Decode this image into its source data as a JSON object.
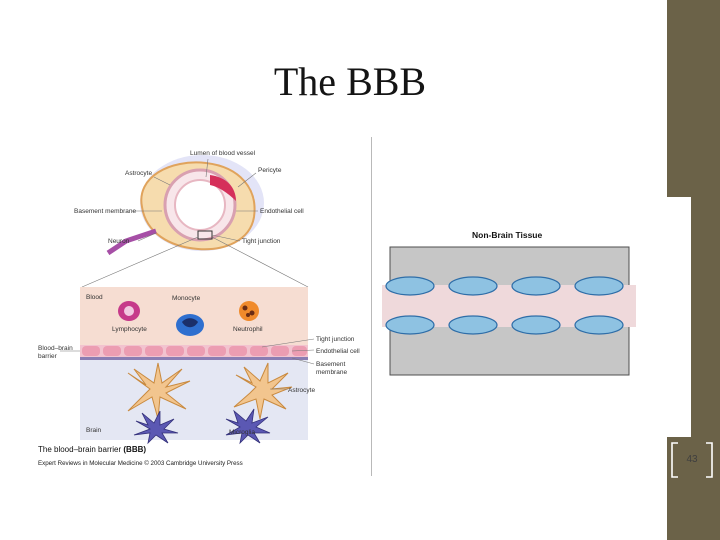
{
  "slide": {
    "title": "The BBB",
    "page_number": "43"
  },
  "bbb_figure": {
    "labels": {
      "lumen": "Lumen of blood vessel",
      "astrocyte_top": "Astrocyte",
      "pericyte": "Pericyte",
      "basement_membrane_top": "Basement membrane",
      "endothelial_cell_top": "Endothelial cell",
      "neuron": "Neuron",
      "tight_junction_top": "Tight junction",
      "blood": "Blood",
      "monocyte": "Monocyte",
      "lymphocyte": "Lymphocyte",
      "neutrophil": "Neutrophil",
      "bbb_line1": "Blood–brain",
      "bbb_line2": "barrier",
      "tight_junction": "Tight junction",
      "endothelial_cell": "Endothelial cell",
      "basement_line1": "Basement",
      "basement_line2": "membrane",
      "astrocyte_bottom": "Astrocyte",
      "brain": "Brain",
      "microglia": "Microglia"
    },
    "caption_prefix": "The blood–brain barrier ",
    "caption_bold": "(BBB)",
    "credit": "Expert Reviews in Molecular Medicine © 2003 Cambridge University Press"
  },
  "non_brain_figure": {
    "title": "Non-Brain Tissue"
  },
  "colors": {
    "sidebar": "#6b6248",
    "endothelial_cell": "#8ec2e2",
    "tissue_gray": "#c6c6c6",
    "pink_band": "#efd9db",
    "astrocyte": "#f2c58e"
  }
}
